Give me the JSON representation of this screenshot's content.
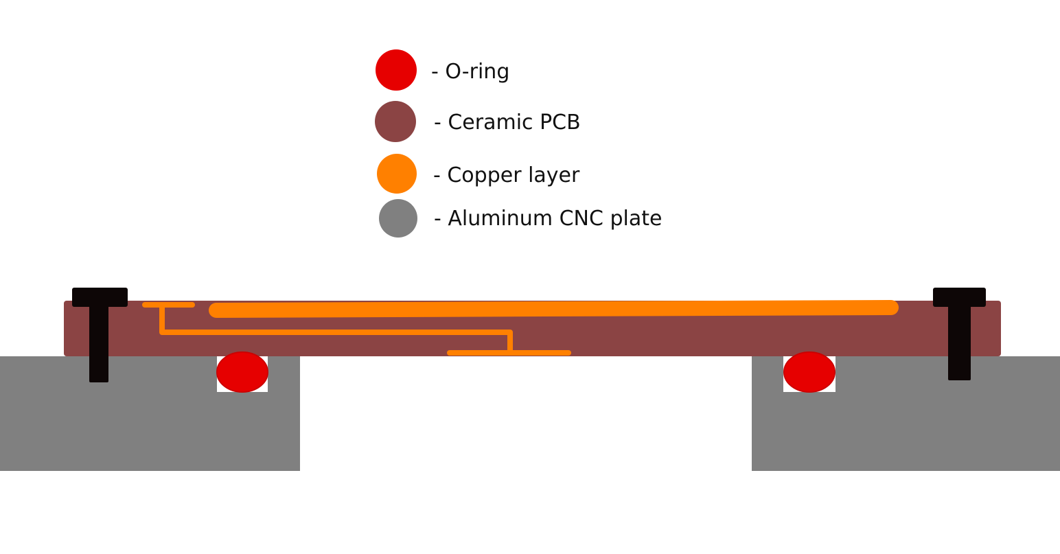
{
  "legend": {
    "items": [
      {
        "key": "o_ring",
        "label": "- O-ring",
        "color": "#e60000"
      },
      {
        "key": "ceramic_pcb",
        "label": "- Ceramic PCB",
        "color": "#8b4444"
      },
      {
        "key": "copper_layer",
        "label": "- Copper layer",
        "color": "#ff8000"
      },
      {
        "key": "aluminum_plate",
        "label": "- Aluminum CNC plate",
        "color": "#808080"
      }
    ]
  },
  "colors": {
    "o_ring": "#e60000",
    "ceramic_pcb": "#8b4444",
    "copper_layer": "#ff8000",
    "aluminum_plate": "#808080",
    "screw": "#0d0606",
    "background": "#ffffff"
  },
  "icons": {
    "screw": "t-screw-icon",
    "o_ring": "o-ring-icon"
  }
}
